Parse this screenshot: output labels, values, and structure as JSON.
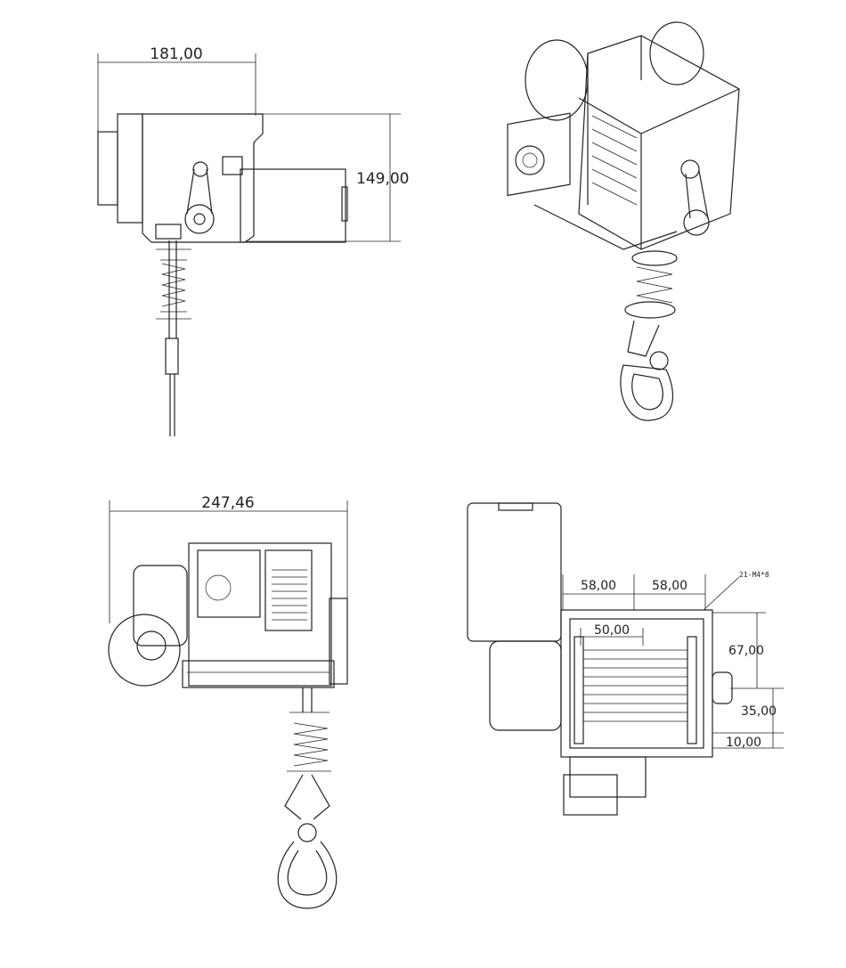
{
  "side_view": {
    "width_dim": "181,00",
    "height_dim": "149,00"
  },
  "front_view": {
    "width_dim": "247,46"
  },
  "top_view": {
    "dim_a": "58,00",
    "dim_b": "58,00",
    "hole_note": "21-M4*8",
    "dim_c": "50,00",
    "dim_d": "67,00",
    "dim_e": "35,00",
    "dim_f": "10,00"
  }
}
